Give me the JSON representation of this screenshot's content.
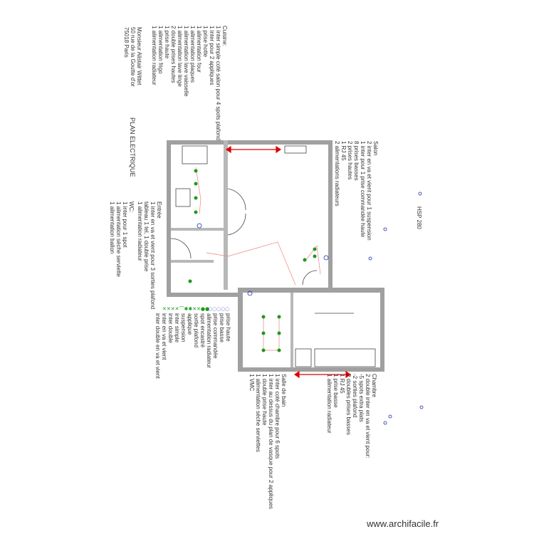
{
  "title": "PLAN ELECTRIQUE",
  "height_note": "HSP 280",
  "owner": [
    "Monsieur Alistair Wittet",
    "50 rue de la Goutte d'or",
    "75018 Paris"
  ],
  "rooms": {
    "cuisine": [
      "Cuisine:",
      "1 inter simple coté salon pour 4 spots plafond",
      "1 inter pour 2 appliques",
      "1 prise hotte",
      "1 alimentation four",
      "1 alimentation plaques",
      "1 alimentation lave vaisselle",
      "1 alimentation lave linge",
      "2 double prises hautes",
      "1 prise haute",
      "1 alimentation frigo",
      "1 alimentation radiateur"
    ],
    "salon": [
      "Salon",
      "2 inter en va et vient pour 1 suspension",
      "1 inter pour 1 prise commandée haute",
      "8 prises basses",
      "2 prises hautes",
      "1 RJ 45",
      "2 alimentations radiateurs"
    ],
    "entree": [
      "Entrée",
      "1 inter en va et vient pour 3 sorties plafond",
      "tableau 1 tel, 1 double prise",
      "1 alimentation radiateur"
    ],
    "wc": [
      "WC:",
      "1 inter pour 1 spot",
      "1 alimentation sèche serviette",
      "1 alimentation ballon"
    ],
    "chambre": [
      "Chambre",
      "2 double inter en va et vient pour:",
      "-5 spots extra plats",
      "-2 sorties plafond",
      "2 doubles prises basses",
      "1 RJ 45",
      "1 prise basse",
      "1 alimentation radiateur"
    ],
    "sdb": [
      "Salle de bain",
      "1 inter coté chambre pour 6 spots",
      "1 inter au dessus du plan de vasque pour 2 appliques",
      "1 double prise haute",
      "1 alimentation sèche serviettes",
      "1 VMC"
    ]
  },
  "legend": [
    "prise haute",
    "prise basse",
    "prise commandée",
    "alimentation radiateur",
    "spot encastré",
    "sortie plafond",
    "applique",
    "suspension",
    "inter simple",
    "inter double",
    "inter en va et vient",
    "inter double en va et vient"
  ],
  "colors": {
    "wall": "#a0a0a0",
    "dimension": "#e00000",
    "electric_symbol": "#1a9a1a",
    "switch_symbol": "#1a2ab0",
    "wire": "#f08080"
  },
  "watermark": "www.archifacile.fr"
}
